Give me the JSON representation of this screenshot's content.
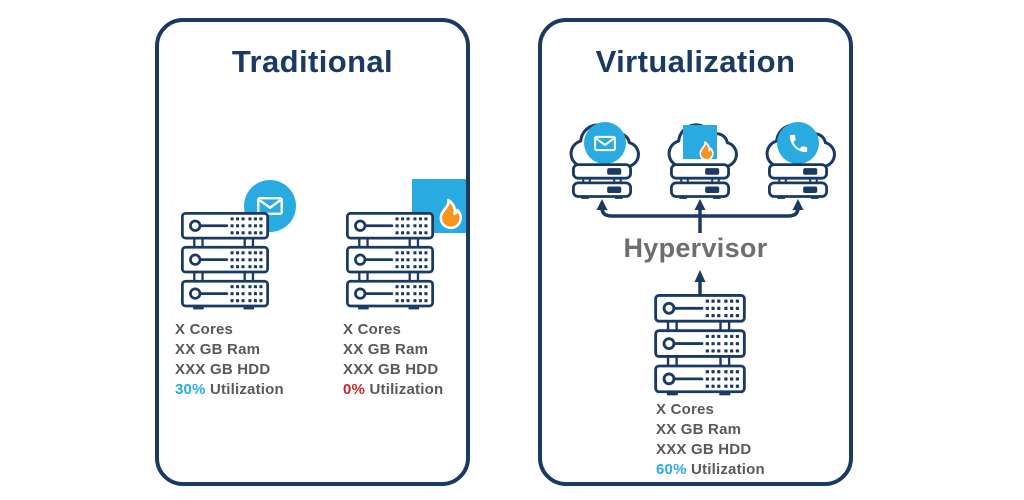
{
  "colors": {
    "navy": "#1b3a63",
    "accent_blue": "#29abe2",
    "text_gray": "#58595b",
    "hypervisor_gray": "#6d6e71",
    "alert_red": "#c9252c",
    "flame_orange": "#f7941e"
  },
  "traditional": {
    "title": "Traditional",
    "servers": [
      {
        "icon": "email-icon",
        "cores": "X Cores",
        "ram": "XX GB Ram",
        "hdd": "XXX GB HDD",
        "utilization_value": "30%",
        "utilization_label": "Utilization",
        "utilization_color": "#29abe2"
      },
      {
        "icon": "firewall-flame-icon",
        "cores": "X Cores",
        "ram": "XX GB Ram",
        "hdd": "XXX GB HDD",
        "utilization_value": "0%",
        "utilization_label": "Utilization",
        "utilization_color": "#c9252c"
      }
    ]
  },
  "virtualization": {
    "title": "Virtualization",
    "hypervisor_label": "Hypervisor",
    "virtual_servers": [
      {
        "icon": "email-icon"
      },
      {
        "icon": "firewall-flame-icon"
      },
      {
        "icon": "phone-icon"
      }
    ],
    "host": {
      "cores": "X Cores",
      "ram": "XX GB Ram",
      "hdd": "XXX GB HDD",
      "utilization_value": "60%",
      "utilization_label": "Utilization",
      "utilization_color": "#29abe2"
    }
  }
}
